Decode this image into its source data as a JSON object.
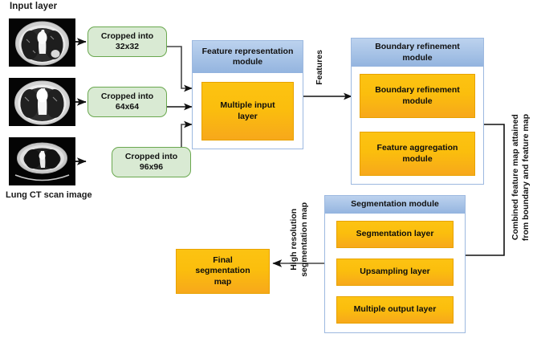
{
  "labels": {
    "input_layer": "Input layer",
    "caption": "Lung CT scan image",
    "features_arrow": "Features",
    "highres_line1": "High resolution",
    "highres_line2": "segmentation map",
    "combined_line1": "Combined feature map attained",
    "combined_line2": "from boundary and feature map"
  },
  "crops": [
    {
      "line1": "Cropped into",
      "line2": "32x32"
    },
    {
      "line1": "Cropped into",
      "line2": "64x64"
    },
    {
      "line1": "Cropped into",
      "line2": "96x96"
    }
  ],
  "scans": [
    {
      "alt": "lung-ct-scan-1"
    },
    {
      "alt": "lung-ct-scan-2"
    },
    {
      "alt": "lung-ct-scan-3"
    }
  ],
  "modules": {
    "feature_representation": {
      "header_line1": "Feature representation",
      "header_line2": "module",
      "items": [
        {
          "line1": "Multiple input",
          "line2": "layer"
        }
      ]
    },
    "boundary_refinement": {
      "header_line1": "Boundary refinement",
      "header_line2": "module",
      "items": [
        {
          "line1": "Boundary refinement",
          "line2": "module"
        },
        {
          "line1": "Feature aggregation",
          "line2": "module"
        }
      ]
    },
    "segmentation": {
      "header_line1": "Segmentation module",
      "header_line2": "",
      "items": [
        {
          "line1": "Segmentation layer",
          "line2": ""
        },
        {
          "line1": "Upsampling layer",
          "line2": ""
        },
        {
          "line1": "Multiple output layer",
          "line2": ""
        }
      ]
    }
  },
  "final_output": {
    "line1": "Final",
    "line2": "segmentation",
    "line3": "map"
  },
  "colors": {
    "green_fill": "#d9ead3",
    "green_border": "#6aa84f",
    "module_border": "#9db9e0",
    "header_blue": "#a6c2e6",
    "orange_top": "#fcc312",
    "orange_bottom": "#f7a81b",
    "orange_border": "#e8a200",
    "arrow": "#111111",
    "text": "#111111",
    "background": "#ffffff"
  }
}
